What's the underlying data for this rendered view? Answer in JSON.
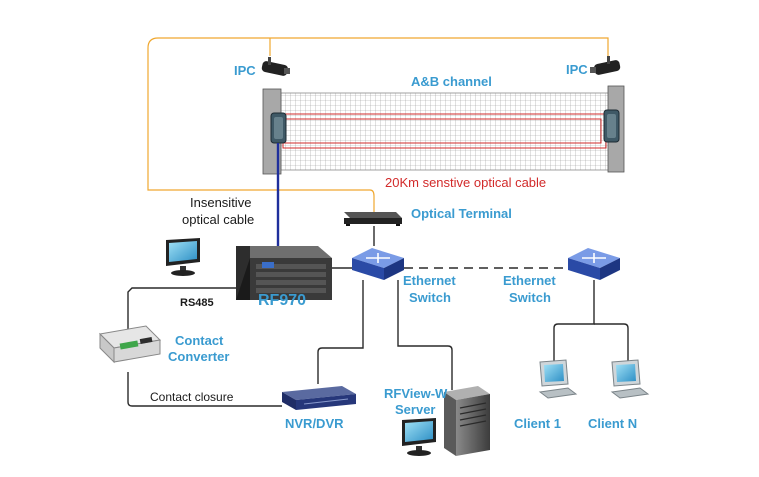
{
  "labels": {
    "ipc_left": "IPC",
    "ipc_right": "IPC",
    "ab_channel": "A&B channel",
    "sensitive_cable": "20Km senstive optical cable",
    "insensitive_line1": "Insensitive",
    "insensitive_line2": "optical cable",
    "optical_terminal": "Optical Terminal",
    "rf970": "RF970",
    "rs485": "RS485",
    "contact_converter_line1": "Contact",
    "contact_converter_line2": "Converter",
    "contact_closure": "Contact closure",
    "ethernet_switch_1_line1": "Ethernet",
    "ethernet_switch_1_line2": "Switch",
    "ethernet_switch_2_line1": "Ethernet",
    "ethernet_switch_2_line2": "Switch",
    "nvr_dvr": "NVR/DVR",
    "rfview_line1": "RFView-W",
    "rfview_line2": "Server",
    "client_1": "Client 1",
    "client_n": "Client N"
  },
  "colors": {
    "label_blue": "#3a9bd0",
    "sensitive_red": "#d22b2b",
    "camera_feed": "#f0a830",
    "insensitive_blue": "#1f2f9c"
  }
}
